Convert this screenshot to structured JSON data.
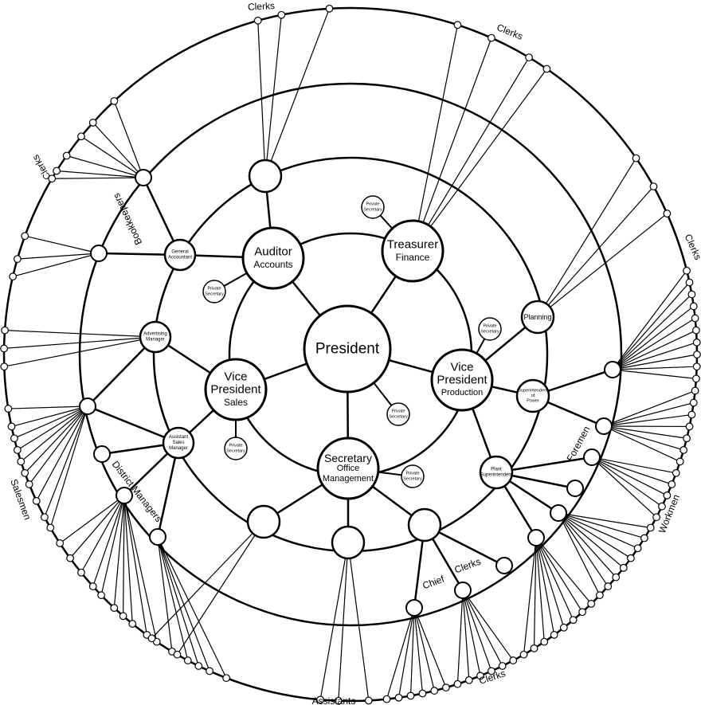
{
  "nodes": {
    "president": {
      "lines": [
        "President"
      ]
    },
    "auditor": {
      "lines": [
        "Auditor",
        "Accounts"
      ]
    },
    "treasurer": {
      "lines": [
        "Treasurer",
        "Finance"
      ]
    },
    "vp_production": {
      "lines": [
        "Vice",
        "President",
        "Production"
      ]
    },
    "secretary": {
      "lines": [
        "Secretary",
        "Office",
        "Management"
      ]
    },
    "vp_sales": {
      "lines": [
        "Vice",
        "President",
        "Sales"
      ]
    },
    "general_accountant": {
      "lines": [
        "General",
        "Accountant"
      ]
    },
    "advertising_manager": {
      "lines": [
        "Advertising",
        "Manager"
      ]
    },
    "assistant_sales_manager": {
      "lines": [
        "Assistant",
        "Sales",
        "Manager"
      ]
    },
    "planning": {
      "lines": [
        "Planning"
      ]
    },
    "superintendent_power": {
      "lines": [
        "Superintendent",
        "of",
        "Power"
      ]
    },
    "plant_superintendent": {
      "lines": [
        "Plant",
        "Superintendent"
      ]
    },
    "private_secretary": {
      "lines": [
        "Private",
        "Secretary"
      ]
    }
  },
  "ring_labels": {
    "clerks": "Clerks",
    "bookkeepers": "Bookkeepers",
    "salesmen": "Salesmen",
    "district_managers": "District Managers",
    "assistants": "Assistants",
    "chief": "Chief",
    "foremen": "Foremen",
    "workmen": "Workmen"
  },
  "colors": {
    "stroke": "#000000",
    "fill": "#ffffff"
  }
}
